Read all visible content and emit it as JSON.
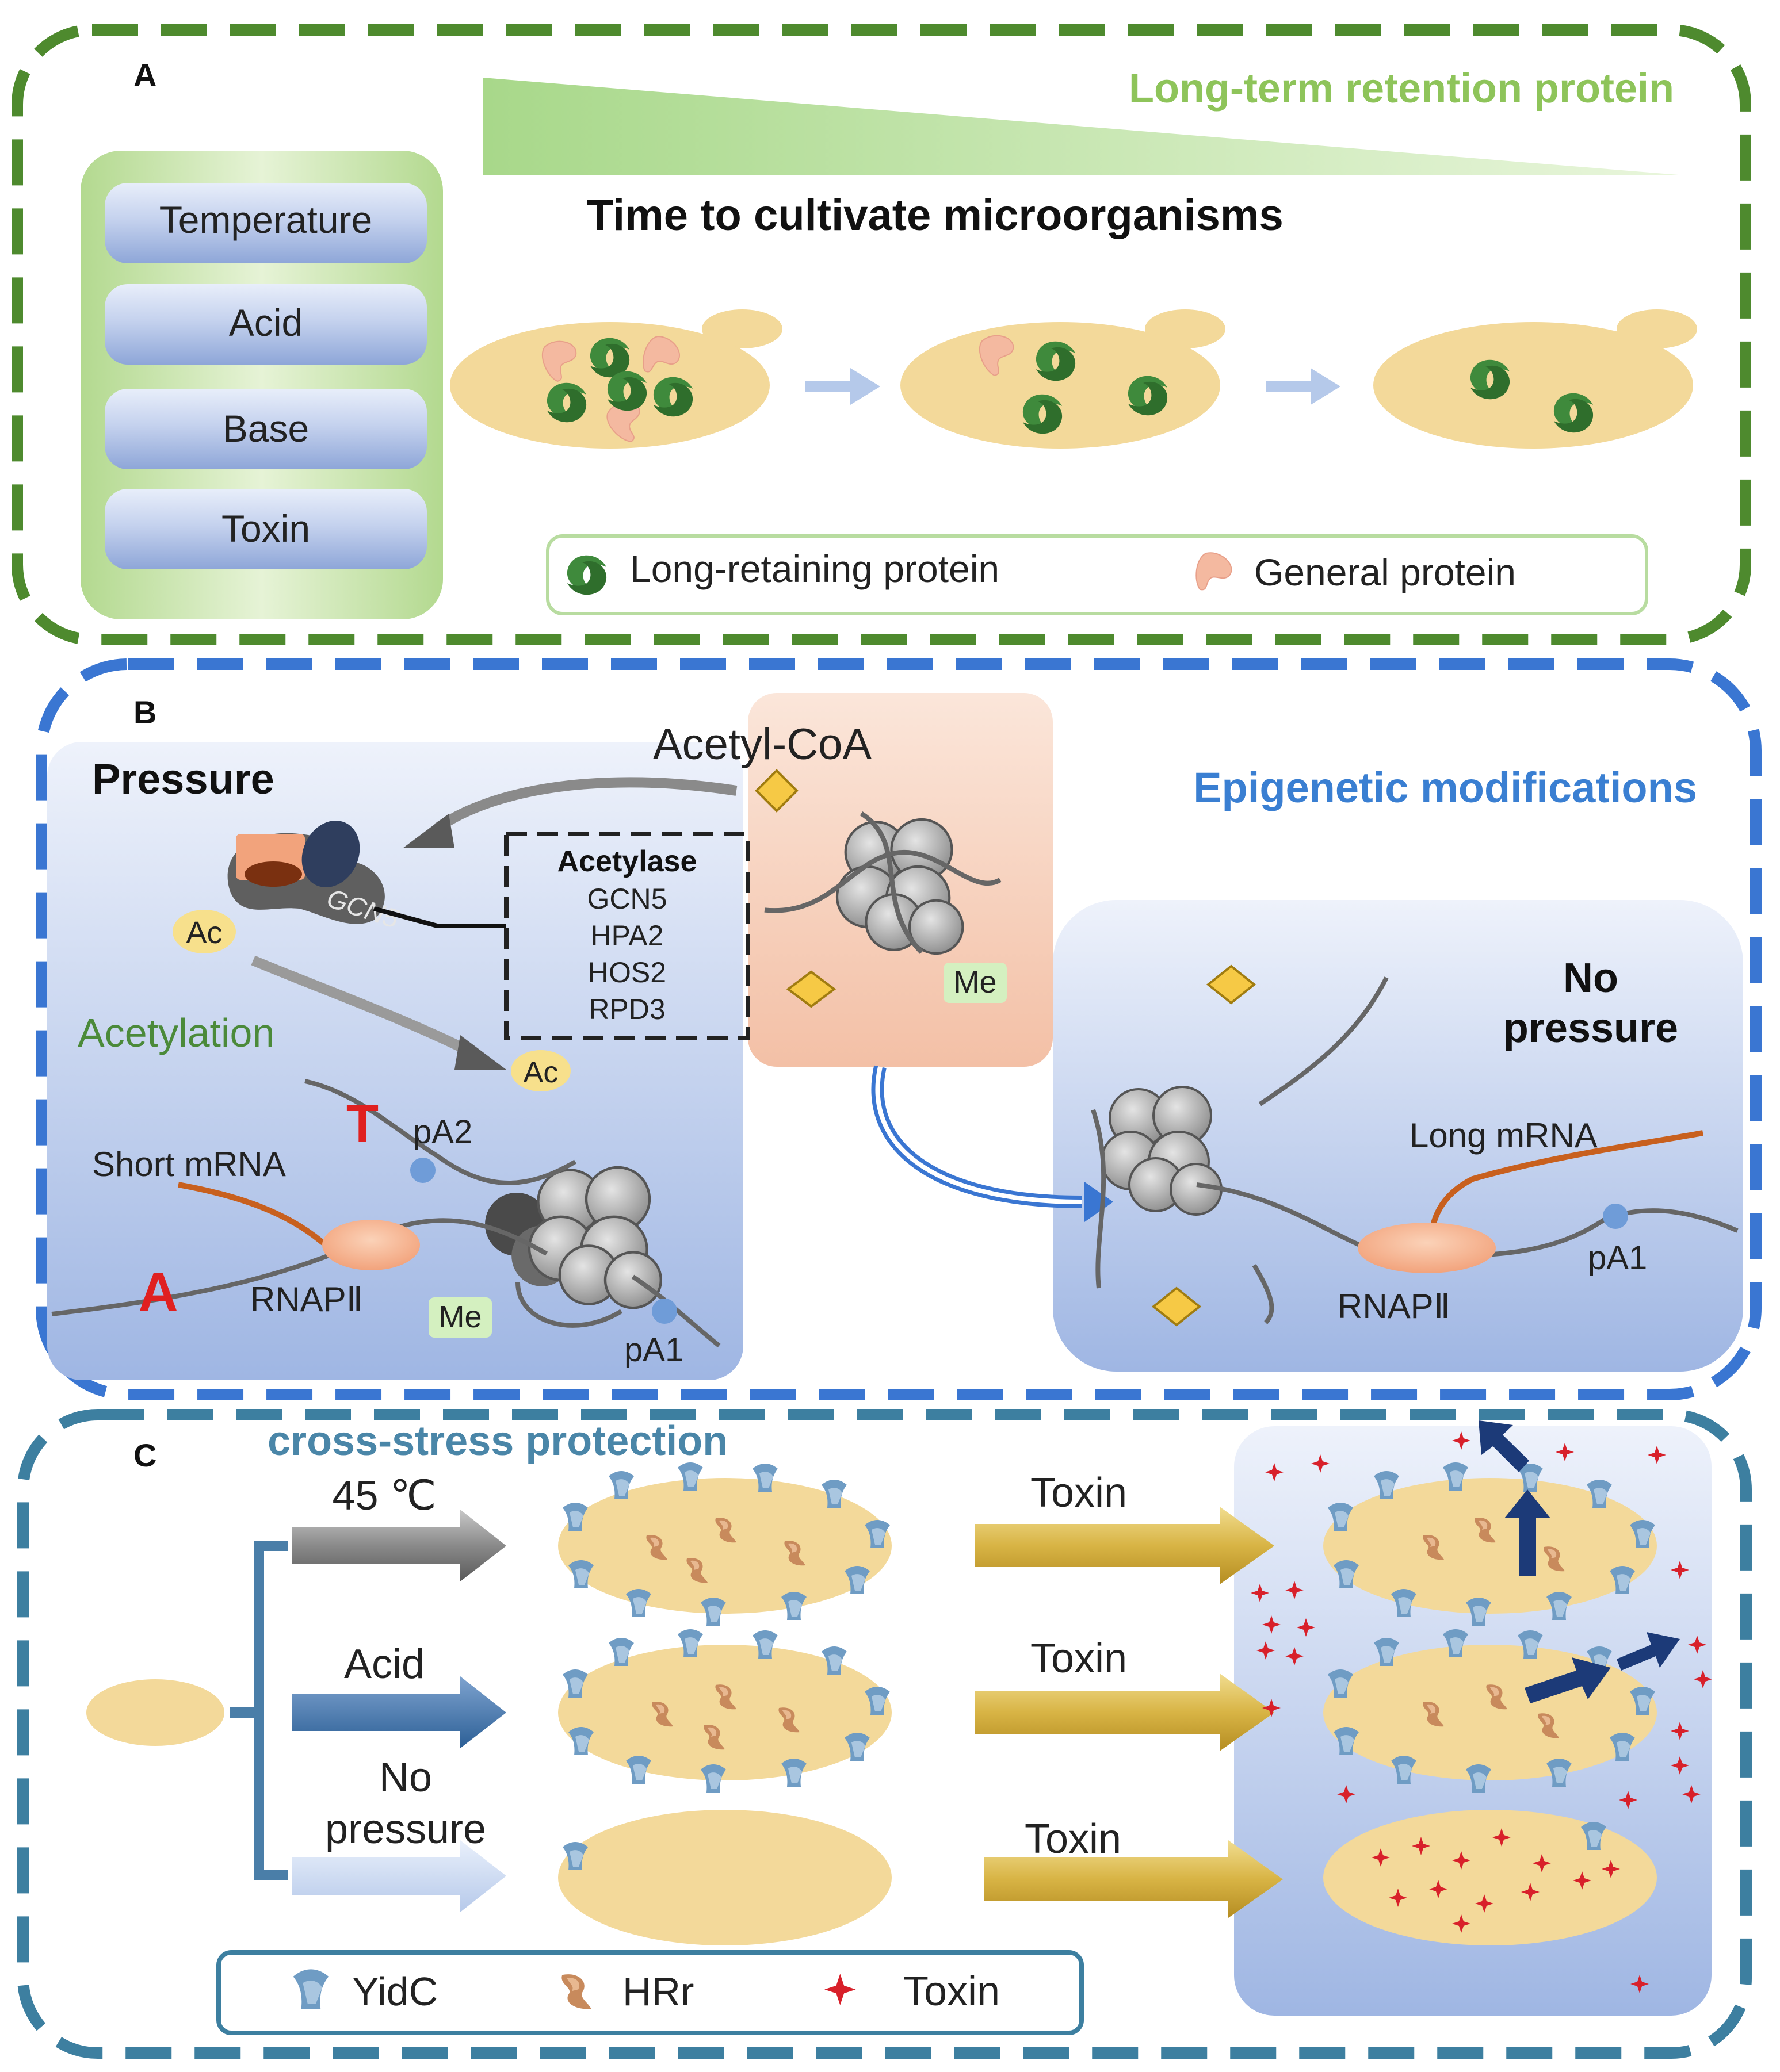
{
  "colors": {
    "panelA_border": "#4e8a2e",
    "panelB_border": "#3a76d2",
    "panelC_border": "#3d7fa0",
    "green_text": "#8ec45a",
    "blue_text": "#3a7fd2",
    "teal_text": "#4a86a8",
    "cell_fill": "#f3d99a",
    "protein_green": "#3f8a3c",
    "protein_pink": "#f4b9a0",
    "toxin_red": "#d8202a",
    "dark_blue_arrow": "#1c3a78"
  },
  "panelA": {
    "letter": "A",
    "triangle_label": "Long-term retention protein",
    "title": "Time to cultivate microorganisms",
    "stress_factors": [
      "Temperature",
      "Acid",
      "Base",
      "Toxin"
    ],
    "legend": {
      "long": "Long-retaining protein",
      "general": "General protein"
    }
  },
  "panelB": {
    "letter": "B",
    "pressure": "Pressure",
    "acetyl_coa": "Acetyl-CoA",
    "epigenetic": "Epigenetic modifications",
    "gcn5": "GCN5",
    "ac": "Ac",
    "acetylase_title": "Acetylase",
    "acetylase_items": [
      "GCN5",
      "HPA2",
      "HOS2",
      "RPD3"
    ],
    "acetylation": "Acetylation",
    "me": "Me",
    "no_pressure_line1": "No",
    "no_pressure_line2": "pressure",
    "t_mark": "T",
    "a_mark": "A",
    "pA2": "pA2",
    "pA1": "pA1",
    "short_mrna": "Short mRNA",
    "long_mrna": "Long mRNA",
    "rnap": "RNAPⅡ"
  },
  "panelC": {
    "letter": "C",
    "title": "cross-stress protection",
    "cond_45": "45 ℃",
    "cond_acid": "Acid",
    "cond_no1": "No",
    "cond_no2": "pressure",
    "toxin": "Toxin",
    "legend": {
      "yidc": "YidC",
      "hrr": "HRr",
      "toxin": "Toxin"
    }
  }
}
